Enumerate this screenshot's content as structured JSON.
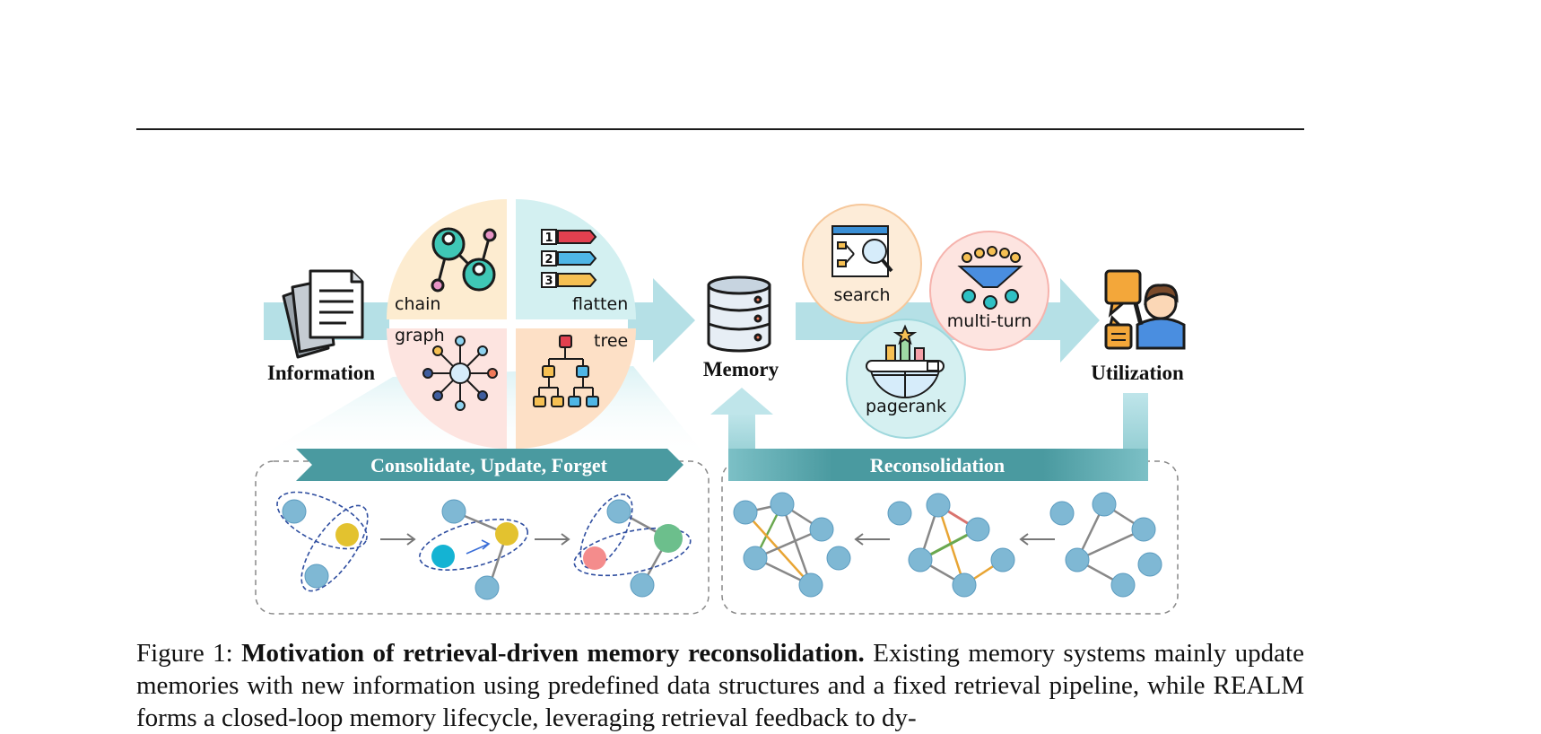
{
  "figure": {
    "quadrants": {
      "chain": "chain",
      "flatten": "flatten",
      "graph": "graph",
      "tree": "tree"
    },
    "labels": {
      "information": "Information",
      "memory": "Memory",
      "utilization": "Utilization"
    },
    "retrieval": {
      "search": "search",
      "multi_turn": "multi-turn",
      "pagerank": "pagerank"
    },
    "banners": {
      "consolidate": "Consolidate, Update, Forget",
      "reconsolidation": "Reconsolidation"
    },
    "list_numbers": [
      "1",
      "2",
      "3"
    ]
  },
  "caption": {
    "prefix": "Figure 1: ",
    "bold": "Motivation of retrieval-driven memory reconsolidation.",
    "body": " Existing memory systems mainly update memories with new information using predefined data structures and a fixed retrieval pipeline, while REALM forms a closed-loop memory lifecycle, leveraging retrieval feedback to dy-"
  },
  "colors": {
    "arrow": "#b5e0e6",
    "banner": "#4a9aa0",
    "node": "#7fb8d4",
    "node_stroke": "#5b9bbf",
    "yellow_node": "#e3c22f",
    "cyan_node": "#14b3d3",
    "pink_node": "#f48c8c",
    "green_node": "#6cbf8c",
    "chain_bg": "#fdecd0",
    "flatten_bg": "#d3f0f1",
    "graph_bg": "#fde4e0",
    "tree_bg": "#fde0c6"
  }
}
